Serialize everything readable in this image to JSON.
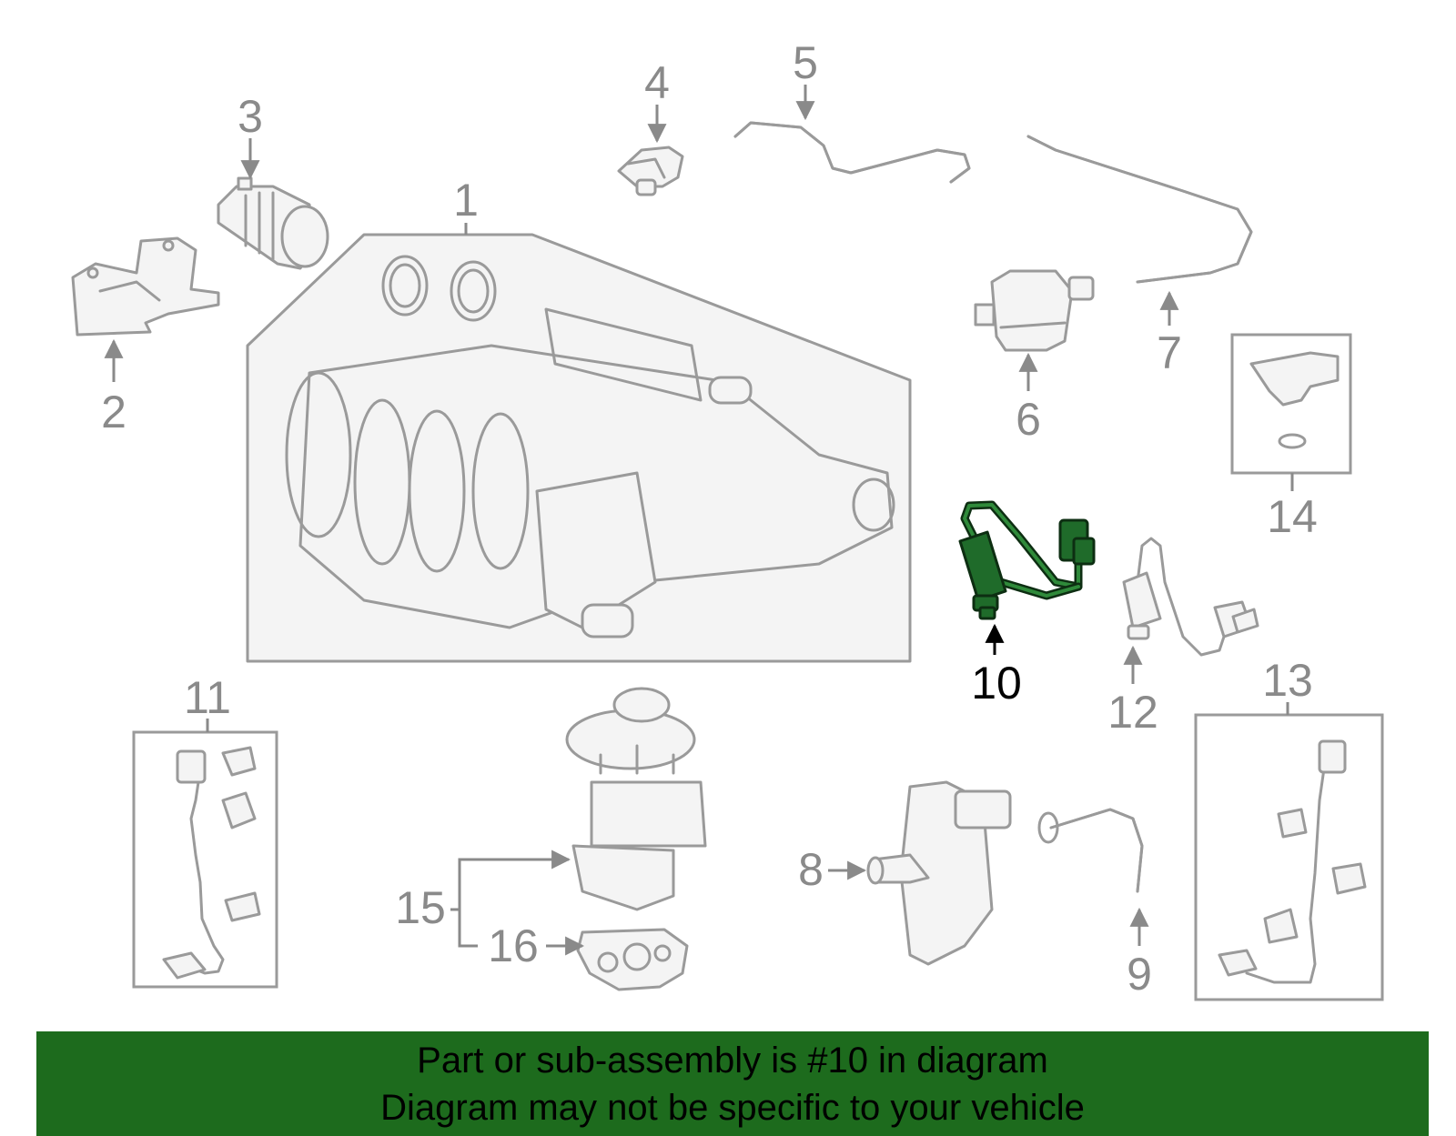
{
  "callouts": {
    "c1": "1",
    "c2": "2",
    "c3": "3",
    "c4": "4",
    "c5": "5",
    "c6": "6",
    "c7": "7",
    "c8": "8",
    "c9": "9",
    "c10": "10",
    "c11": "11",
    "c12": "12",
    "c13": "13",
    "c14": "14",
    "c15": "15",
    "c16": "16"
  },
  "highlighted_part": "10",
  "colors": {
    "highlight": "#1f6b2a",
    "banner": "#1d6b1d",
    "linework": "#9a9a9a"
  },
  "banner": {
    "line1": "Part or sub-assembly is #10 in diagram",
    "line2": "Diagram may not be specific to your vehicle"
  }
}
